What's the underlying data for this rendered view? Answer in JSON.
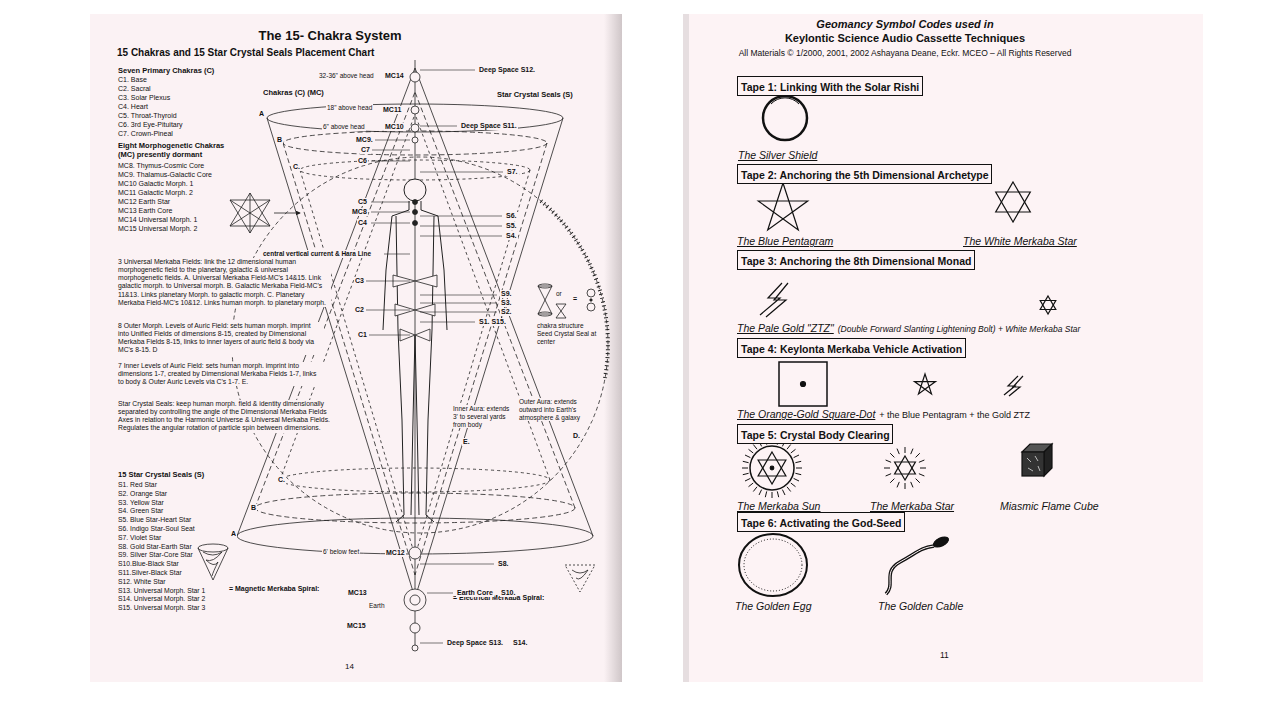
{
  "diagram": {
    "title": "The 15- Chakra System",
    "nodes": [
      {
        "text": [
          "Tape 1: Linking With the Solar Rishi"
        ]
      },
      {
        "text": [
          "Tape 2: Anchoring the 5th Dimensional Archetype"
        ]
      },
      {
        "text": [
          "Tape 3: Anchoring the 8th Dimensional Monad"
        ]
      },
      {
        "text": [
          "Tape 4: Keylonta Merkaba Vehicle Activation"
        ]
      },
      {
        "text": [
          "Tape 5: Crystal Body Clearing"
        ]
      },
      {
        "text": [
          "Tape 6: Activating the God-Seed"
        ]
      }
    ],
    "labels": [
      "15 Chakras and 15 Star Crystal Seals Placement Chart",
      "Seven Primary Chakras (C)",
      "C1. Base",
      "C2. Sacral",
      "C3. Solar Plexus",
      "C4. Heart",
      "C5. Throat-Thyroid",
      "C6. 3rd Eye-Pituitary",
      "C7. Crown-Pineal",
      "Eight Morphogenetic Chakras (MC) presently dormant",
      "MC8. Thymus-Cosmic Core",
      "MC9. Thalamus-Galactic Core",
      "MC10 Galactic Morph. 1",
      "MC11 Galactic Morph. 2",
      "MC12 Earth Star",
      "MC13 Earth Core",
      "MC14 Universal Morph. 1",
      "MC15 Universal Morph. 2",
      "3 Universal Merkaba Fields: link the 12 dimensional human morphogenetic field to the planetary, galactic & universal morphogenetic fields. A. Universal Merkaba Field-MC's 14&15. Link galactic morph. to Universal morph. B. Galactic Merkaba Field-MC's 11&13. Links planetary Morph. to galactic morph. C. Planetary Merkaba Field-MC's 10&12. Links human morph. to planetary morph.",
      "8 Outer Morph. Levels of Auric Field: sets human morph. imprint into Unified Fields of dimensions 8-15, created by Dimensional Merkaba Fields 8-15, links to inner layers of auric field & body via MC's 8-15. D",
      "7 Inner Levels of Auric Field: sets human morph. imprint into dimensions 1-7, created by Dimensional Merkaba Fields 1-7, links to body & Outer Auric Levels via C's 1-7. E.",
      "Star Crystal Seals: keep human morph. field & identity dimensionally separated by controlling the angle of the Dimensional Merkaba Fields Axes in relation to the Harmonic Universe & Universal Merkaba Fields. Regulates the angular rotation of particle spin between dimensions.",
      "15 Star Crystal Seals (S)",
      "S1. Red Star",
      "S2. Orange Star",
      "S3. Yellow Star",
      "S4. Green Star",
      "S5. Blue Star-Heart Star",
      "S6. Indigo Star-Soul Seat",
      "S7. Violet Star",
      "S8. Gold Star-Earth Star",
      "S9. Silver Star-Core Star",
      "S10.Blue-Black Star",
      "S11.Silver-Black Star",
      "S12. White Star",
      "S13. Universal Morph. Star 1",
      "S14. Universal Morph. Star 2",
      "S15. Universal Morph. Star 3",
      "= Magnetic Merkaba Spiral:",
      "= Electrical Merkaba Spiral:",
      "14",
      "32-36\" above head",
      "MC14",
      "Deep Space S12.",
      "Chakras (C) (MC)",
      "Star Crystal Seals (S)",
      "18\" above head",
      "MC11",
      "6\" above head",
      "MC10",
      "Deep Space S11.",
      "MC9.",
      "C7",
      "C6",
      "S7.",
      "C5",
      "MC8",
      "C4",
      "S6.",
      "S5.",
      "S4.",
      "central vertical current & Hara Line",
      "C3",
      "S9.",
      "S3.",
      "C2",
      "S2.",
      "S1. S15.",
      "C1",
      "or",
      "=",
      "chakra structure Seed Crystal Seal at center",
      "Inner Aura: extends 3' to several yards from body",
      "E.",
      "Outer Aura: extends outward into Earth's atmosphere & galaxy",
      "D.",
      "A",
      "B",
      "C.",
      "C.",
      "B",
      "A",
      "6' below feet",
      "MC12",
      "S8.",
      "MC13",
      "Earth",
      "Earth Core",
      "S10.",
      "MC15",
      "Deep Space S13.",
      "S14.",
      "Geomancy Symbol Codes used in",
      "Keylontic Science Audio Cassette Techniques",
      "All Materials © 1/2000, 2001, 2002 Ashayana Deane, Eckr. MCEO – All Rights Reserved",
      "The Silver Shield",
      "The Blue Pentagram",
      "The White Merkaba Star",
      "The Pale Gold \"ZTZ\"",
      "(Double Forward Slanting Lightening Bolt) + White Merkaba Star",
      "The Orange-Gold Square-Dot",
      "+ the Blue Pentagram + the Gold ZTZ",
      "The Merkaba Sun",
      "The Merkaba Star",
      "Miasmic Flame Cube",
      "The Golden Egg",
      "The Golden Cable",
      "11"
    ]
  }
}
